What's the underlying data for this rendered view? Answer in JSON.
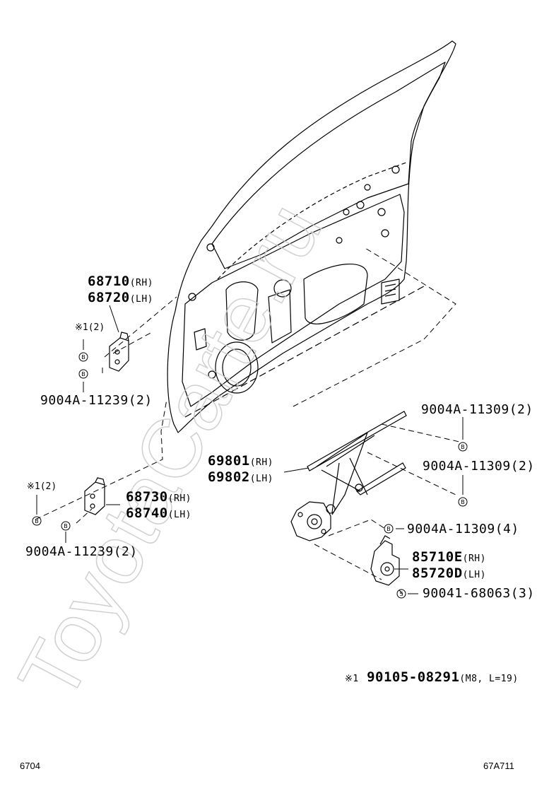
{
  "watermark": "ToyotaCarte.ru",
  "labels": {
    "hinge_upper": {
      "rh_no": "68710",
      "rh_tag": "(RH)",
      "lh_no": "68720",
      "lh_tag": "(LH)"
    },
    "hinge_lower": {
      "rh_no": "68730",
      "rh_tag": "(RH)",
      "lh_no": "68740",
      "lh_tag": "(LH)"
    },
    "regulator": {
      "rh_no": "69801",
      "rh_tag": "(RH)",
      "lh_no": "69802",
      "lh_tag": "(LH)"
    },
    "motor": {
      "rh_no": "85710E",
      "rh_tag": "(RH)",
      "lh_no": "85720D",
      "lh_tag": "(LH)"
    },
    "bolt_upper_note": "※1(2)",
    "bolt_upper_part": "9004A-11239(2)",
    "bolt_lower_note": "※1(2)",
    "bolt_lower_part": "9004A-11239(2)",
    "reg_bolt_1": "9004A-11309(2)",
    "reg_bolt_2": "9004A-11309(2)",
    "reg_bolt_3": "9004A-11309(4)",
    "motor_screw": "90041-68063(3)",
    "footnote_mark": "※1",
    "footnote_part": "90105-08291",
    "footnote_spec": "(M8, L=19)",
    "marker_b": "B",
    "marker_s": "S"
  },
  "footer": {
    "left_code": "6704",
    "right_code": "67A711"
  }
}
